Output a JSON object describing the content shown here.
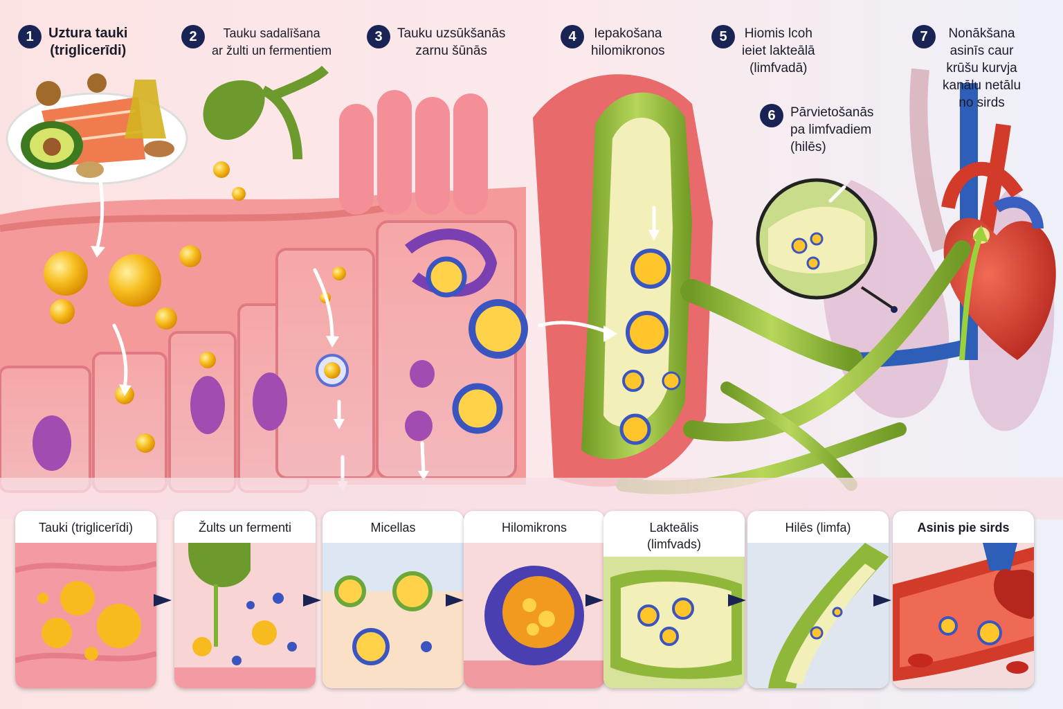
{
  "steps": [
    {
      "num": "1",
      "text": "Uztura tauki\n(triglicerīdi)"
    },
    {
      "num": "2",
      "text": "Tauku sadalīšana\nar žulti un fermentiem"
    },
    {
      "num": "3",
      "text": "Tauku uzsūkšanās\nzarnu šūnās"
    },
    {
      "num": "4",
      "text": "Iepakošana\nhilomikronos"
    },
    {
      "num": "5",
      "text": "Hiomis lcoh\nieiet lakteālā\n(limfvadā)"
    },
    {
      "num": "6",
      "text": "Pārvietošanās\npa limfvadiem\n(hilēs)"
    },
    {
      "num": "7",
      "text": "Nonākšana\nasinīs caur\nkrūšu kurvja\nkanālu netālu\nno sirds"
    }
  ],
  "panels": [
    {
      "title": "Tauki (triglicerīdi)"
    },
    {
      "title": "Žults un fermenti"
    },
    {
      "title": "Micellas"
    },
    {
      "title": "Hilomikrons"
    },
    {
      "title": "Lakteālis\n(limfvads)"
    },
    {
      "title": "Hilēs (limfa)"
    },
    {
      "title": "Asinis pie sirds"
    }
  ],
  "colors": {
    "badge": "#1a2454",
    "tissue": "#f08a8a",
    "fat": "#f5b21c",
    "lymph": "#8fb83a",
    "vein": "#2d5fb8",
    "artery": "#d23a2a"
  }
}
